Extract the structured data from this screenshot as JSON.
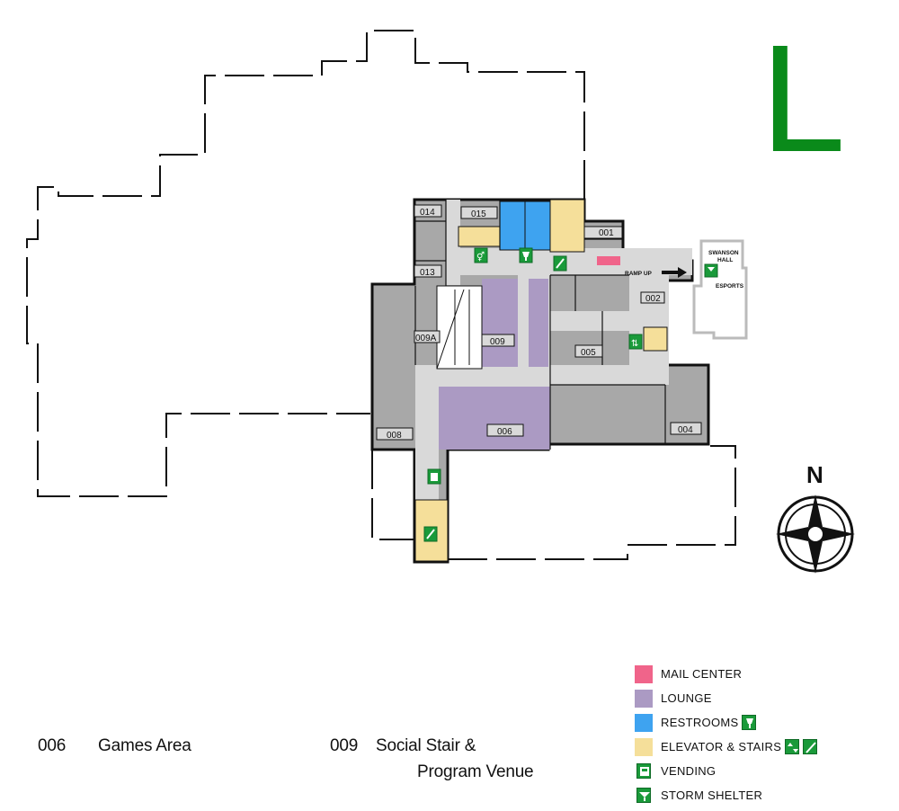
{
  "level": {
    "letter": "L",
    "color": "#0a8a1a"
  },
  "rooms": {
    "r001": "001",
    "r002": "002",
    "r004": "004",
    "r005": "005",
    "r006": "006",
    "r008": "008",
    "r009": "009",
    "r009a": "009A",
    "r013": "013",
    "r014": "014",
    "r015": "015"
  },
  "labels": {
    "ramp_up": "RAMP UP",
    "swanson_hall_1": "SWANSON",
    "swanson_hall_2": "HALL",
    "esports": "ESPORTS"
  },
  "compass": {
    "north": "N"
  },
  "legend": {
    "items": [
      {
        "key": "mail",
        "label": "MAIL CENTER",
        "color": "#f0648a"
      },
      {
        "key": "lounge",
        "label": "LOUNGE",
        "color": "#ab9ac3"
      },
      {
        "key": "restrooms",
        "label": "RESTROOMS",
        "color": "#3ea3f0",
        "icons": [
          "restroom-icon"
        ]
      },
      {
        "key": "elevator",
        "label": "ELEVATOR & STAIRS",
        "color": "#f5df9a",
        "icons": [
          "elevator-icon",
          "stairs-icon"
        ]
      },
      {
        "key": "vending",
        "label": "VENDING",
        "color": "",
        "icons": [
          "vending-icon"
        ]
      },
      {
        "key": "shelter",
        "label": "STORM SHELTER",
        "color": "",
        "icons": [
          "storm-shelter-icon"
        ]
      }
    ]
  },
  "key": [
    {
      "number": "006",
      "name": "Games Area"
    },
    {
      "number": "009",
      "name": "Social Stair &",
      "name2": "Program Venue"
    }
  ],
  "colors": {
    "room": "#a8a8a8",
    "corridor": "#d9d9d9",
    "lounge": "#ab9ac3",
    "restroom": "#3ea3f0",
    "elevator": "#f5df9a",
    "mail": "#f0648a",
    "icon_green": "#1a9a3a"
  }
}
